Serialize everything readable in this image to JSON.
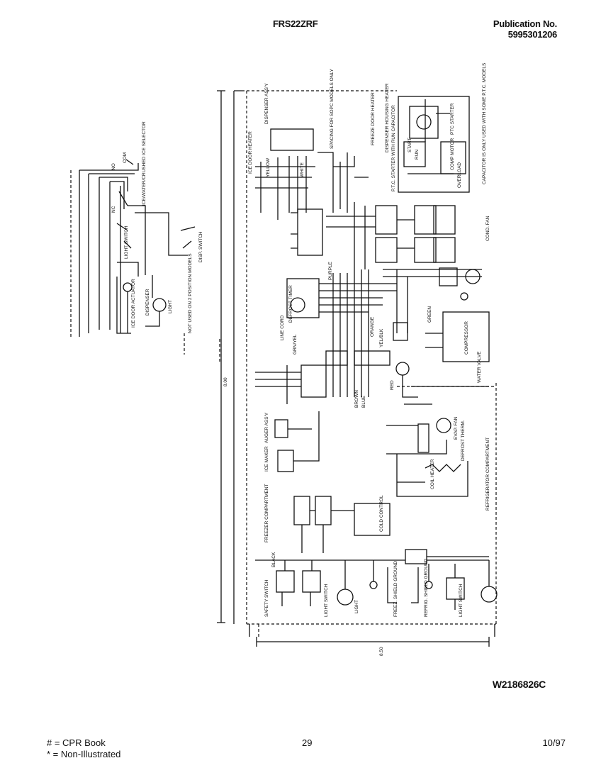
{
  "header": {
    "model": "FRS22ZRF",
    "publication_label": "Publication No.",
    "publication_number": "5995301206"
  },
  "diagram": {
    "ice_door_heater": "ICE DOOR HEATER",
    "dispenser_assy": "DISPENSER ASS'Y",
    "spacing_models": "SPACING FOR SOPC MODELS ONLY",
    "freeze_door_heater": "FREEZE DOOR HEATER",
    "dispenser_housing_heater": "DISPENSER HOUSING HEATER",
    "solid_state_starter": "P.T.C. STARTER WITH RUN CAPACITOR",
    "capacitor_note": "CAPACITOR IS ONLY USED WITH SOME P.T.C. MODELS",
    "ptc_starter": "PTC STARTER",
    "comp_motor": "COMP MOTOR",
    "overload": "OVERLOAD",
    "start": "START",
    "run": "RUN",
    "ice_water_selector": "ICE/WATER/CRUSHED ICE SELECTOR",
    "light_switch": "LIGHT SWITCH",
    "disp_switch": "DISP. SWITCH",
    "ice_door_actuator": "ICE DOOR ACTUATOR",
    "dispenser_light": "DISPENSER",
    "light": "LIGHT",
    "not_used_note": "NOT USED ON 2 POSITION MODELS",
    "cond_fan": "COND. FAN",
    "line_cord": "LINE CORD",
    "compressor": "COMPRESSOR",
    "water_valve": "WATER VALVE",
    "defrost_thermostat": "DEFROST THERM.",
    "defrost_timer": "DEFROST TIMER",
    "evap_fan": "EVAP. FAN",
    "coil_heater": "COIL HEATER",
    "auger_motor": "AUGER ASS'Y",
    "ice_maker": "ICE MAKER",
    "freezer_compartment": "FREEZER COMPARTMENT",
    "refrigerator_compartment": "REFRIGERATOR COMPARTMENT",
    "cold_control": "COLD CONTROL",
    "safety_switch": "SAFETY SWITCH",
    "light_switch_bottom": "LIGHT SWITCH",
    "light_bottom": "LIGHT",
    "freezer_ground": "FREEZ. SHIELD GROUND",
    "refrig_ground": "REFRIG. SHIELD GROUND",
    "light_switch_right": "LIGHT SWITCH",
    "wire_black": "BLACK",
    "wire_white": "WHITE",
    "wire_yellow": "YELLOW",
    "wire_purple": "PURPLE",
    "wire_green": "GREEN",
    "wire_red": "RED",
    "wire_orange": "ORANGE",
    "wire_blue": "BLUE",
    "wire_brown": "BROWN",
    "wire_yel_blk": "YEL/BLK",
    "wire_grn_yel": "GRN/YEL",
    "dim_vertical": "8.00",
    "dim_horizontal": "8.50",
    "contact_no": "NO",
    "contact_nc": "NC",
    "contact_com": "COM",
    "drawing_code": "W2186826C"
  },
  "footer": {
    "legend_cpr": "# = CPR Book",
    "legend_non_illustrated": "* = Non-Illustrated",
    "page_number": "29",
    "date": "10/97"
  }
}
